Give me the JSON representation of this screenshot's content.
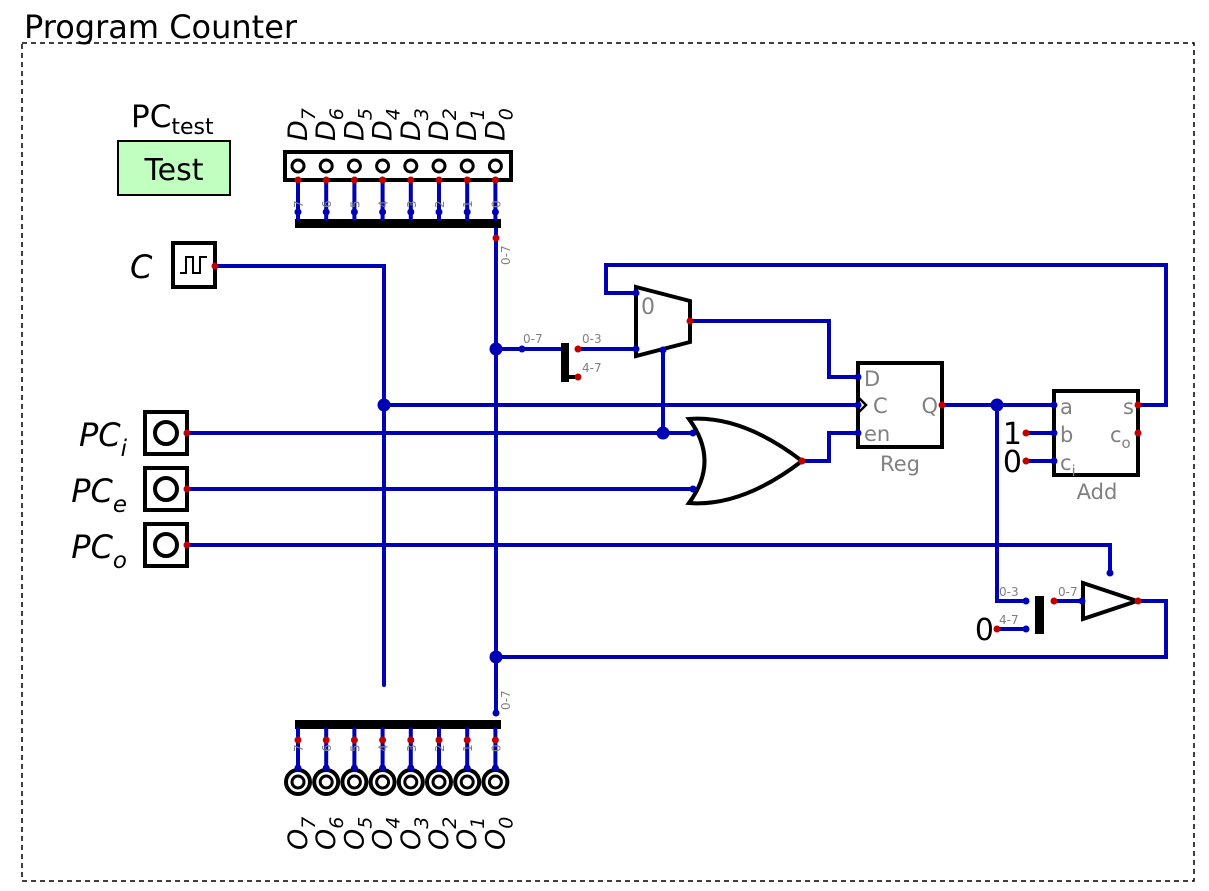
{
  "title": "Program Counter",
  "test_block": {
    "label_main": "PC",
    "label_sub": "test",
    "button": "Test"
  },
  "clock": {
    "label": "C"
  },
  "inputs": [
    {
      "main": "PC",
      "sub": "i"
    },
    {
      "main": "PC",
      "sub": "e"
    },
    {
      "main": "PC",
      "sub": "o"
    }
  ],
  "data_inputs": {
    "prefix": "D",
    "indices": [
      "7",
      "6",
      "5",
      "4",
      "3",
      "2",
      "1",
      "0"
    ]
  },
  "data_outputs": {
    "prefix": "O",
    "indices": [
      "7",
      "6",
      "5",
      "4",
      "3",
      "2",
      "1",
      "0"
    ]
  },
  "bus_labels": {
    "top_bus": "0-7",
    "bottom_bus": "0-7",
    "split_in": "0-7",
    "split_low": "0-3",
    "split_high": "4-7",
    "merge_low": "0-3",
    "merge_high": "4-7",
    "merge_out": "0-7"
  },
  "mux": {
    "sel_label": "0"
  },
  "register": {
    "name": "Reg",
    "pins": [
      "D",
      "C",
      "en",
      "Q"
    ]
  },
  "adder": {
    "name": "Add",
    "pins_in": [
      "a",
      "b",
      "c"
    ],
    "pins_in_sub": "i",
    "pin_s": "s",
    "pin_co_main": "c",
    "pin_co_sub": "o"
  },
  "constants": {
    "b_value": "1",
    "ci_value": "0",
    "high_bits": "0"
  },
  "colors": {
    "wire": "#0000b4",
    "pin": "#c00000",
    "button": "#c0ffc0"
  }
}
